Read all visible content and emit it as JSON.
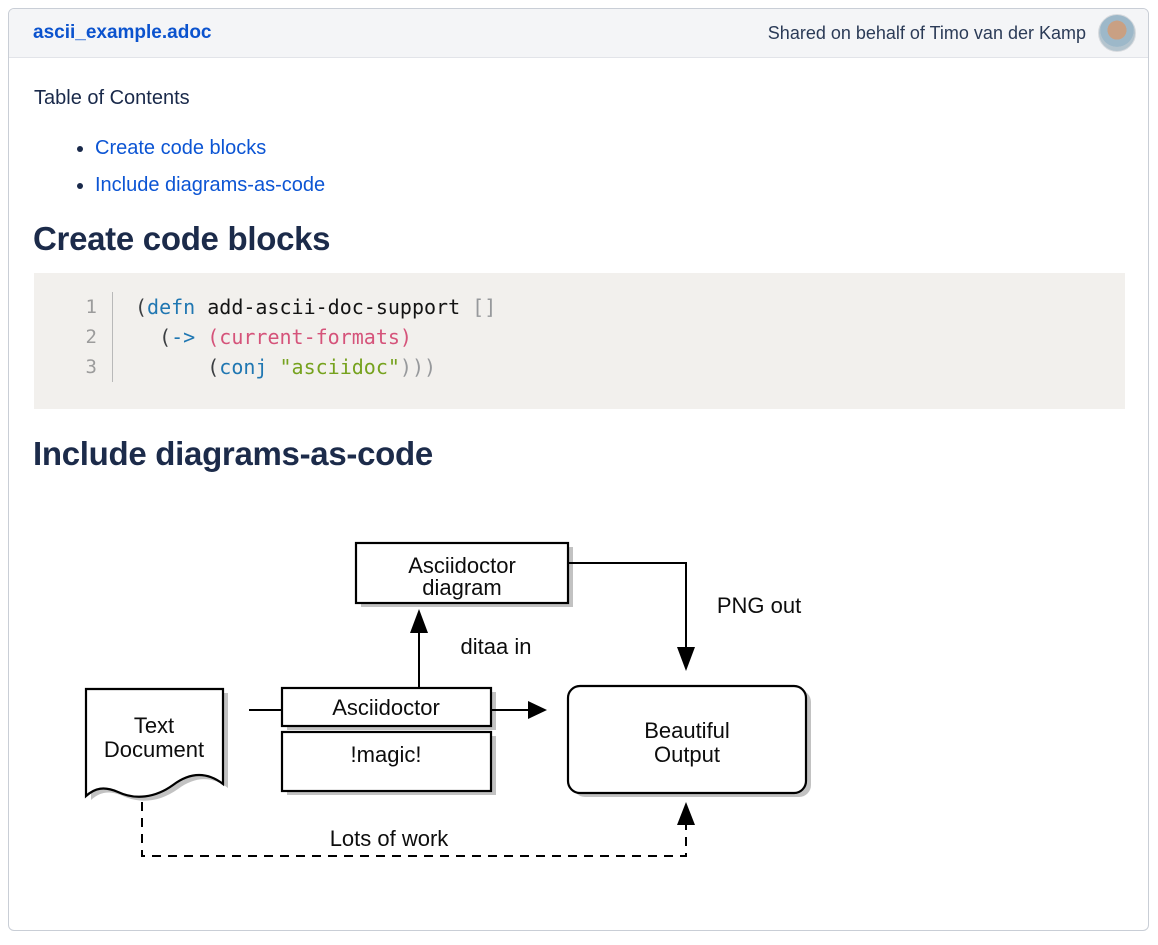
{
  "header": {
    "filename": "ascii_example.adoc",
    "shared_text": "Shared on behalf of Timo van der Kamp"
  },
  "toc": {
    "title": "Table of Contents",
    "items": [
      {
        "label": "Create code blocks"
      },
      {
        "label": "Include diagrams-as-code"
      }
    ]
  },
  "sections": {
    "code_heading": "Create code blocks",
    "diagram_heading": "Include diagrams-as-code"
  },
  "code_block": {
    "language": "clojure",
    "lines": [
      {
        "number": "1",
        "tokens": {
          "p1": "(",
          "kw": "defn",
          "name": " add-ascii-doc-support ",
          "br": "[]"
        }
      },
      {
        "number": "2",
        "tokens": {
          "p1": "  (",
          "kw": "->",
          "var": " (current-formats)"
        }
      },
      {
        "number": "3",
        "tokens": {
          "p1": "      (",
          "kw": "conj",
          "str": " \"asciidoc\"",
          "br": ")))"
        }
      }
    ]
  },
  "diagram": {
    "top_box": {
      "line1": "Asciidoctor",
      "line2": "diagram"
    },
    "doc_box": {
      "line1": "Text",
      "line2": "Document"
    },
    "mid_box": {
      "label": "Asciidoctor"
    },
    "magic_box": {
      "label": "!magic!"
    },
    "output_box": {
      "line1": "Beautiful",
      "line2": "Output"
    },
    "arrow_labels": {
      "png_out": "PNG out",
      "ditaa_in": "ditaa in",
      "lots_of_work": "Lots of work"
    }
  },
  "colors": {
    "link_blue": "#0c55d4",
    "filename_blue": "#0b53ce",
    "heading_navy": "#1c2b4a",
    "header_bg": "#f4f5f7",
    "code_bg": "#f2f0ed",
    "code_keyword": "#2077b2",
    "code_symbol_pink": "#d5537a",
    "code_string_green": "#76a21e",
    "code_bracket_gray": "#97999c"
  }
}
